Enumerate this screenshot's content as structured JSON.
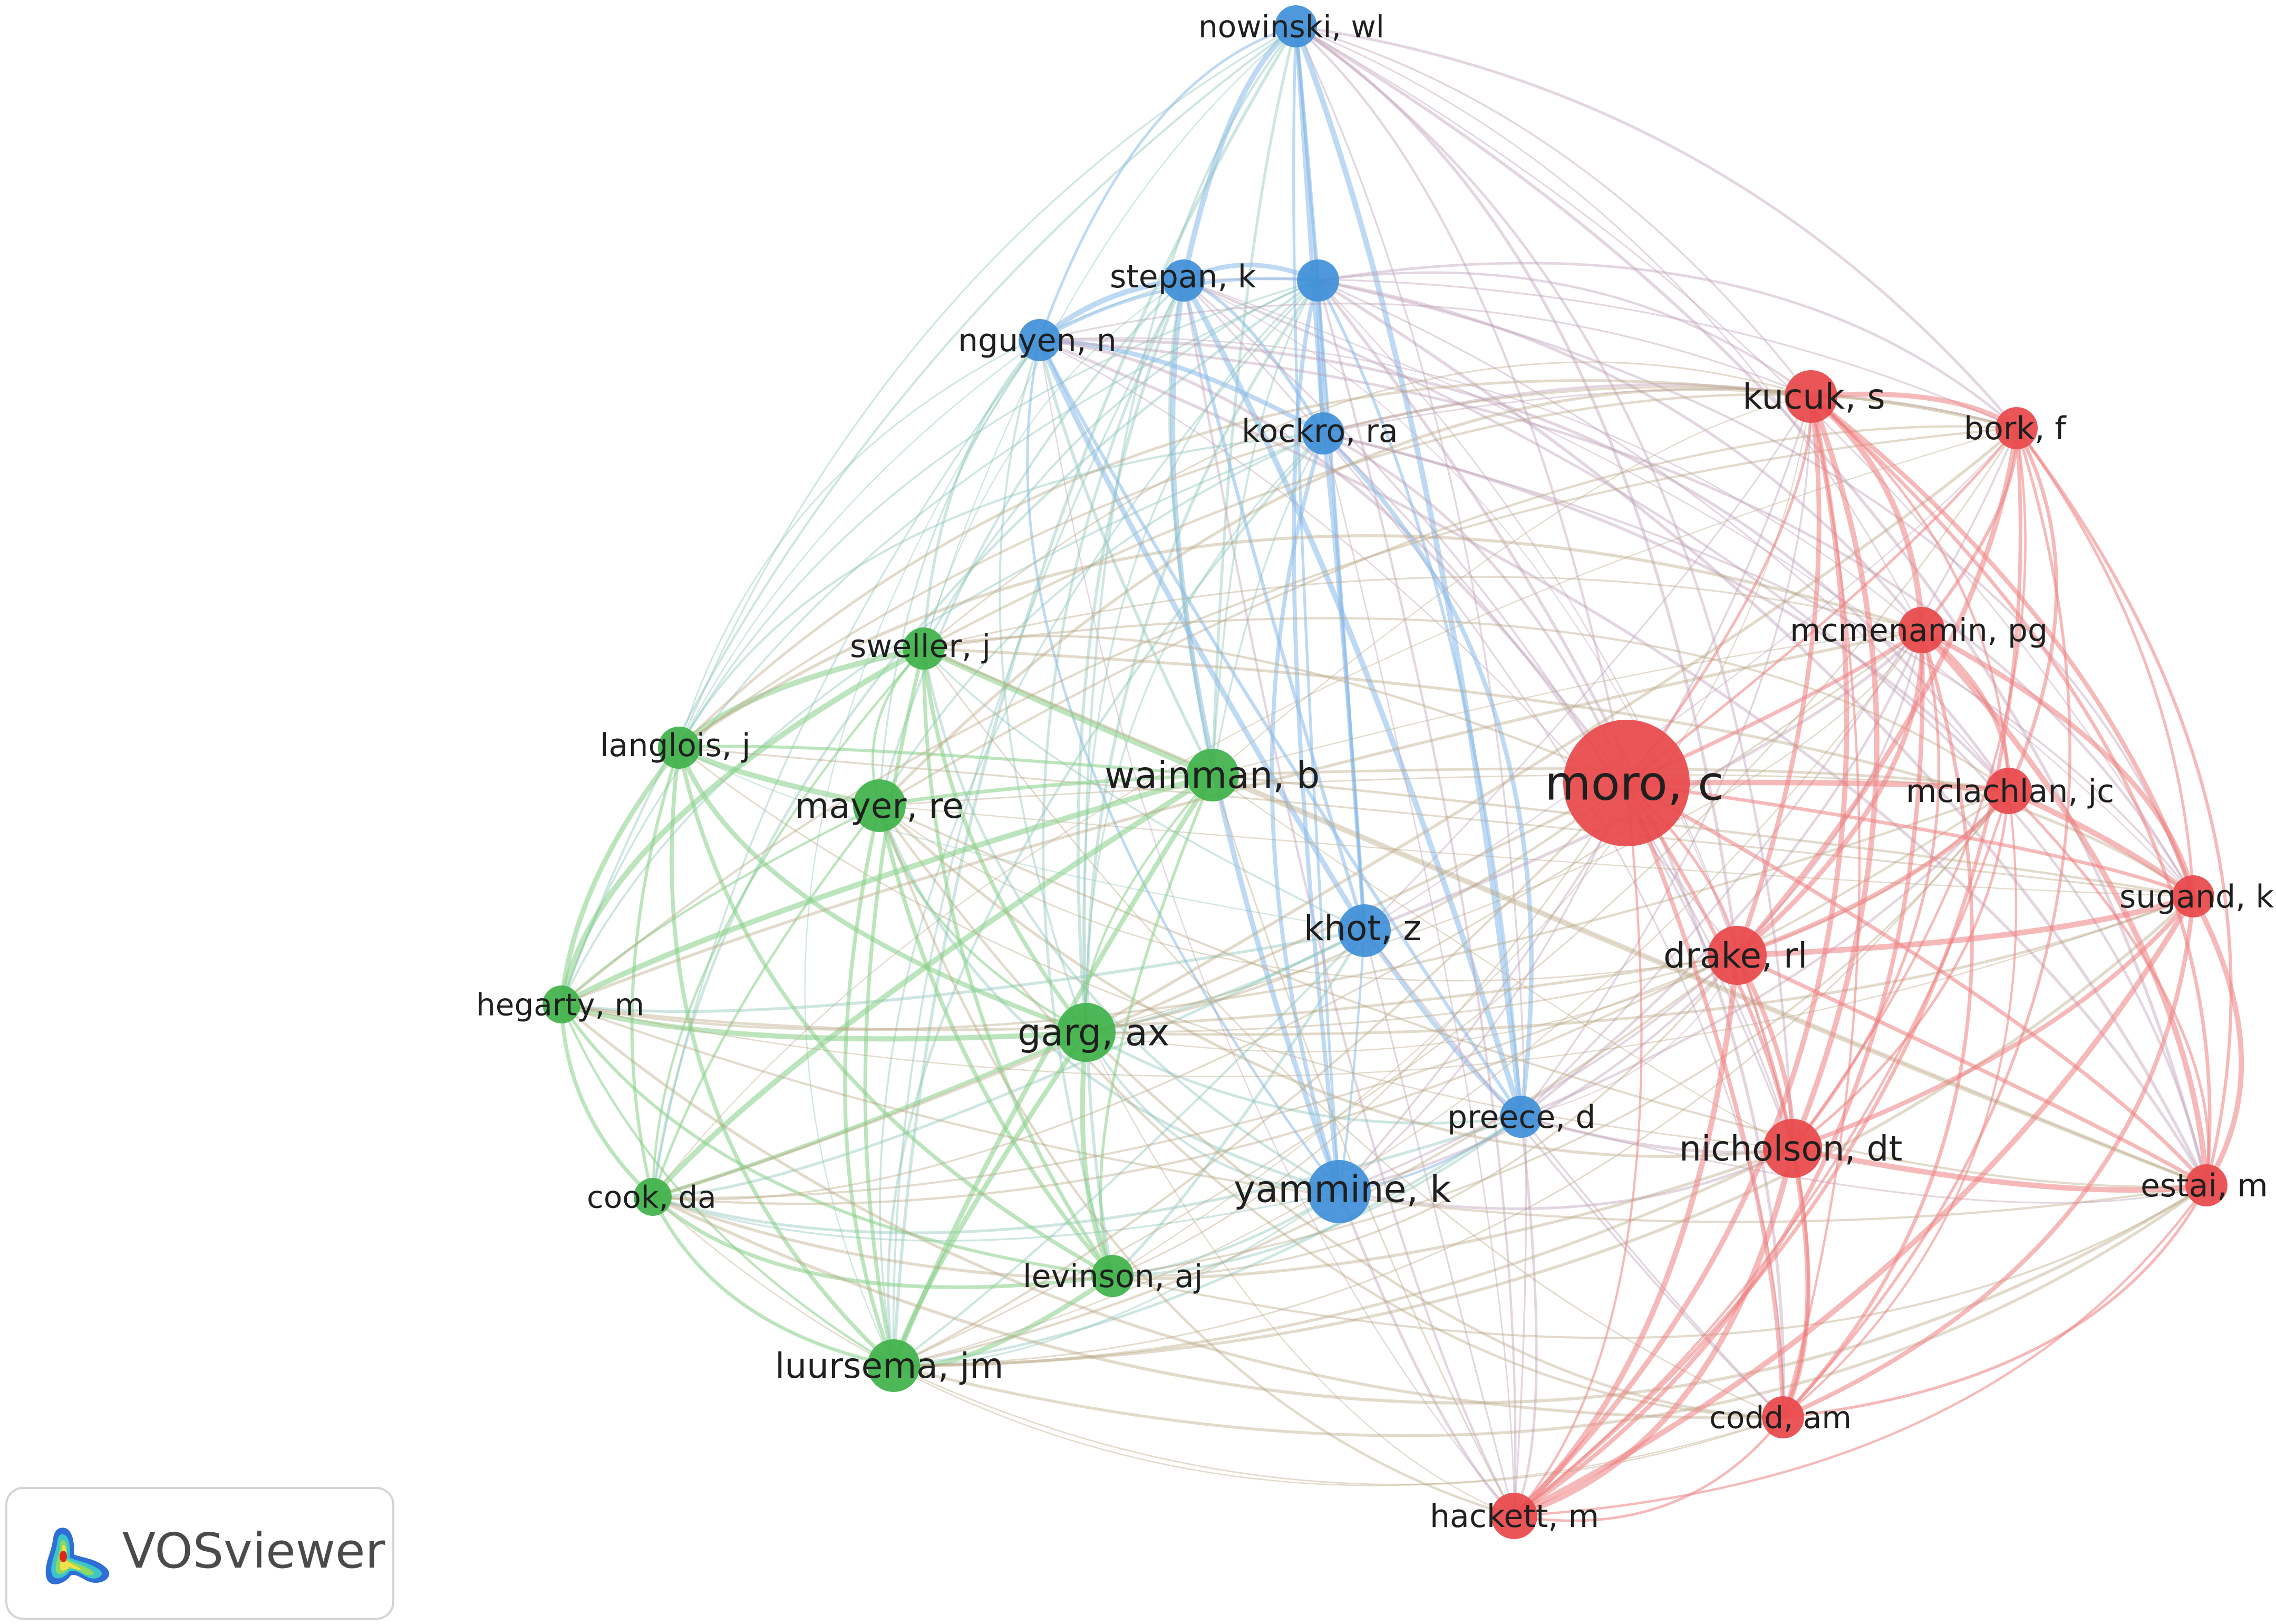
{
  "colors": {
    "cluster_red": "#e8484a",
    "cluster_green": "#3fb24a",
    "cluster_blue": "#3f8fd8",
    "edge_red": "#ef8080",
    "edge_green": "#86cf86",
    "edge_blue": "#89b9ea"
  },
  "nodes": [
    {
      "id": "nowinski",
      "label": "nowinski, wl",
      "cluster": "blue",
      "weight": 2
    },
    {
      "id": "stepan",
      "label": "stepan, k",
      "cluster": "blue",
      "weight": 2
    },
    {
      "id": "unlabeled_blue",
      "label": "",
      "cluster": "blue",
      "weight": 2
    },
    {
      "id": "nguyen",
      "label": "nguyen, n",
      "cluster": "blue",
      "weight": 2
    },
    {
      "id": "kockro",
      "label": "kockro, ra",
      "cluster": "blue",
      "weight": 2
    },
    {
      "id": "khot",
      "label": "khot, z",
      "cluster": "blue",
      "weight": 2.5
    },
    {
      "id": "preece",
      "label": "preece, d",
      "cluster": "blue",
      "weight": 2
    },
    {
      "id": "yammine",
      "label": "yammine, k",
      "cluster": "blue",
      "weight": 3
    },
    {
      "id": "sweller",
      "label": "sweller, j",
      "cluster": "green",
      "weight": 2
    },
    {
      "id": "langlois",
      "label": "langlois, j",
      "cluster": "green",
      "weight": 2
    },
    {
      "id": "mayer",
      "label": "mayer, re",
      "cluster": "green",
      "weight": 2.5
    },
    {
      "id": "wainman",
      "label": "wainman, b",
      "cluster": "green",
      "weight": 2.5
    },
    {
      "id": "hegarty",
      "label": "hegarty, m",
      "cluster": "green",
      "weight": 1.8
    },
    {
      "id": "garg",
      "label": "garg, ax",
      "cluster": "green",
      "weight": 2.8
    },
    {
      "id": "cook",
      "label": "cook, da",
      "cluster": "green",
      "weight": 1.8
    },
    {
      "id": "levinson",
      "label": "levinson, aj",
      "cluster": "green",
      "weight": 2
    },
    {
      "id": "luursema",
      "label": "luursema, jm",
      "cluster": "green",
      "weight": 2.5
    },
    {
      "id": "moro",
      "label": "moro, c",
      "cluster": "red",
      "weight": 6
    },
    {
      "id": "kucuk",
      "label": "kucuk, s",
      "cluster": "red",
      "weight": 2.5
    },
    {
      "id": "bork",
      "label": "bork, f",
      "cluster": "red",
      "weight": 2
    },
    {
      "id": "mcmenamin",
      "label": "mcmenamin, pg",
      "cluster": "red",
      "weight": 2.2
    },
    {
      "id": "mclachlan",
      "label": "mclachlan, jc",
      "cluster": "red",
      "weight": 2.2
    },
    {
      "id": "sugand",
      "label": "sugand, k",
      "cluster": "red",
      "weight": 2
    },
    {
      "id": "drake",
      "label": "drake, rl",
      "cluster": "red",
      "weight": 2.8
    },
    {
      "id": "nicholson",
      "label": "nicholson, dt",
      "cluster": "red",
      "weight": 2.8
    },
    {
      "id": "estai",
      "label": "estai, m",
      "cluster": "red",
      "weight": 2
    },
    {
      "id": "codd",
      "label": "codd, am",
      "cluster": "red",
      "weight": 2
    },
    {
      "id": "hackett",
      "label": "hackett, m",
      "cluster": "red",
      "weight": 2.2
    }
  ],
  "branding": {
    "name": "VOSviewer",
    "logo_icon": "vosviewer-density-logo-icon"
  }
}
